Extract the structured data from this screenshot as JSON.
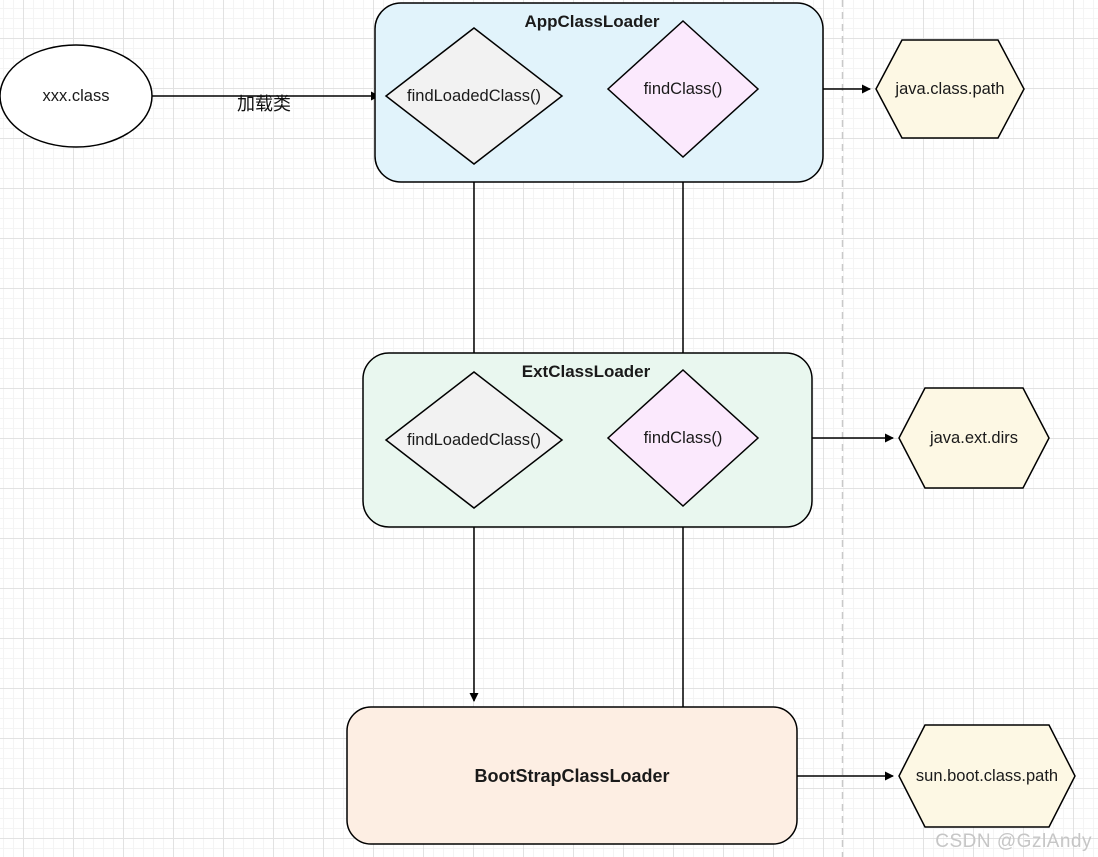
{
  "diagram": {
    "source_node": "xxx.class",
    "load_edge_label": "加载类",
    "app_loader": {
      "title": "AppClassLoader",
      "find_loaded_class": "findLoadedClass()",
      "find_class": "findClass()"
    },
    "ext_loader": {
      "title": "ExtClassLoader",
      "find_loaded_class": "findLoadedClass()",
      "find_class": "findClass()"
    },
    "bootstrap_loader": {
      "title": "BootStrapClassLoader"
    },
    "targets": {
      "app": "java.class.path",
      "ext": "java.ext.dirs",
      "bootstrap": "sun.boot.class.path"
    }
  },
  "colors": {
    "app_loader_fill": "#e1f3fb",
    "ext_loader_fill": "#e9f7ef",
    "bootstrap_loader_fill": "#fdeee3",
    "find_loaded_fill": "#f2f2f2",
    "find_class_fill": "#fbe9fd",
    "target_fill": "#fdf8e4",
    "stroke": "#000000",
    "dashed_divider": "#c9c9c9"
  },
  "watermark": "CSDN @GzlAndy"
}
